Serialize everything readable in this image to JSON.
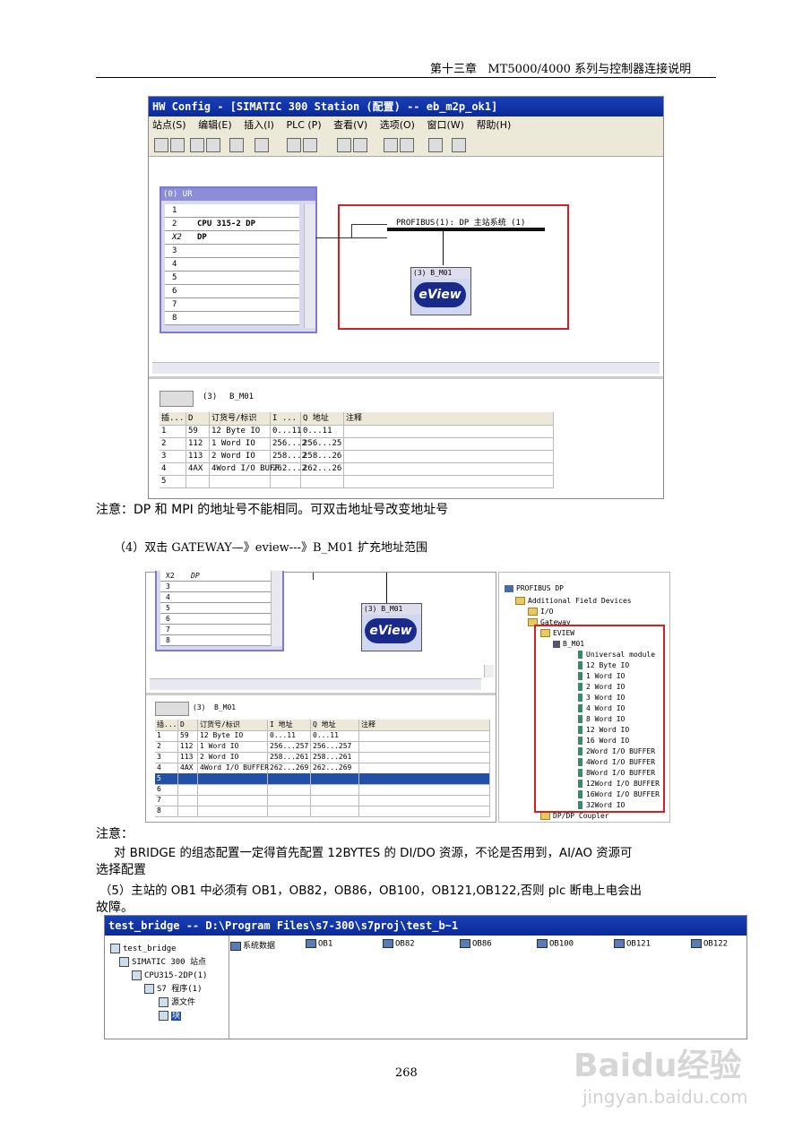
{
  "header": {
    "chapter": "第十三章",
    "title": "MT5000/4000 系列与控制器连接说明"
  },
  "hwconfig": {
    "window_title": "HW Config - [SIMATIC 300 Station (配置) -- eb_m2p_ok1]",
    "menu": [
      "站点(S)",
      "编辑(E)",
      "插入(I)",
      "PLC (P)",
      "查看(V)",
      "选项(O)",
      "窗口(W)",
      "帮助(H)"
    ],
    "rack_title": "(0) UR",
    "slots": [
      {
        "num": "1",
        "module": ""
      },
      {
        "num": "2",
        "module": "CPU 315-2 DP"
      },
      {
        "num": "X2",
        "module": "DP"
      },
      {
        "num": "3",
        "module": ""
      },
      {
        "num": "4",
        "module": ""
      },
      {
        "num": "5",
        "module": ""
      },
      {
        "num": "6",
        "module": ""
      },
      {
        "num": "7",
        "module": ""
      },
      {
        "num": "8",
        "module": ""
      }
    ],
    "profibus_label": "PROFIBUS(1): DP 主站系统 (1)",
    "device_label": "(3) B_M01",
    "device_logo": "eView",
    "bottom_station": "(3)",
    "bottom_name": "B_M01",
    "table_headers": [
      "插...",
      "D",
      "订货号/标识",
      "I ...",
      "Q 地址",
      "注释"
    ],
    "table_rows": [
      [
        "1",
        "59",
        "12 Byte IO",
        "0...11",
        "0...11",
        ""
      ],
      [
        "2",
        "112",
        "1 Word IO",
        "256...2",
        "256...25",
        ""
      ],
      [
        "3",
        "113",
        "2 Word IO",
        "258...2",
        "258...26",
        ""
      ],
      [
        "4",
        "4AX",
        "4Word I/O BUFF",
        "262...2",
        "262...26",
        ""
      ],
      [
        "5",
        "",
        "",
        "",
        "",
        ""
      ]
    ]
  },
  "note1": {
    "label": "注意：",
    "text": "DP 和 MPI 的地址号不能相同。可双击地址号改变地址号"
  },
  "step4": "（4）双击 GATEWAY—》eview---》B_M01 扩充地址范围",
  "screen2": {
    "slots": [
      "X2",
      "3",
      "4",
      "5",
      "6",
      "7",
      "8"
    ],
    "slot_x2_module": "DP",
    "device_label": "(3) B_M01",
    "device_logo": "eView",
    "bottom_station": "(3)",
    "bottom_name": "B_M01",
    "table_headers": [
      "插...",
      "D",
      "订货号/标识",
      "I 地址",
      "Q 地址",
      "注释"
    ],
    "table_rows": [
      [
        "1",
        "59",
        "12 Byte IO",
        "0...11",
        "0...11",
        ""
      ],
      [
        "2",
        "112",
        "1 Word IO",
        "256...257",
        "256...257",
        ""
      ],
      [
        "3",
        "113",
        "2 Word IO",
        "258...261",
        "258...261",
        ""
      ],
      [
        "4",
        "4AX",
        "4Word I/O BUFFER",
        "262...269",
        "262...269",
        ""
      ],
      [
        "5",
        "",
        "",
        "",
        "",
        ""
      ],
      [
        "6",
        "",
        "",
        "",
        "",
        ""
      ],
      [
        "7",
        "",
        "",
        "",
        "",
        ""
      ],
      [
        "8",
        "",
        "",
        "",
        "",
        ""
      ]
    ],
    "tree": {
      "root": "PROFIBUS DP",
      "additional": "Additional Field Devices",
      "io": "I/O",
      "gateway": "Gateway",
      "eview": "EVIEW",
      "bm01": "B_M01",
      "modules": [
        "Universal module",
        "12 Byte IO",
        "1 Word IO",
        "2 Word IO",
        "3 Word IO",
        "4 Word IO",
        "8 Word IO",
        "12 Word IO",
        "16 Word IO",
        "2Word I/O BUFFER",
        "4Word I/O BUFFER",
        "8Word I/O BUFFER",
        "12Word I/O BUFFER",
        "16Word I/O BUFFER",
        "32Word IO"
      ],
      "coupler": "DP/DP Coupler"
    }
  },
  "note2": {
    "label": "注意：",
    "line1": "对 BRIDGE 的组态配置一定得首先配置 12BYTES 的 DI/DO 资源，不论是否用到，AI/AO 资源可",
    "line2": "选择配置"
  },
  "step5": {
    "line1": "（5）主站的 OB1 中必须有 OB1，OB82，OB86，OB100，OB121,OB122,否则 plc 断电上电会出",
    "line2": "故障。"
  },
  "simatic": {
    "window_title": "test_bridge -- D:\\Program Files\\s7-300\\s7proj\\test_b~1",
    "tree": [
      "test_bridge",
      "SIMATIC 300 站点",
      "CPU315-2DP(1)",
      "S7 程序(1)",
      "源文件",
      "块"
    ],
    "blocks": [
      "系统数据",
      "OB1",
      "OB82",
      "OB86",
      "OB100",
      "OB121",
      "OB122"
    ]
  },
  "page_number": "268",
  "watermark": {
    "brand": "Baidu经验",
    "url": "jingyan.baidu.com"
  }
}
